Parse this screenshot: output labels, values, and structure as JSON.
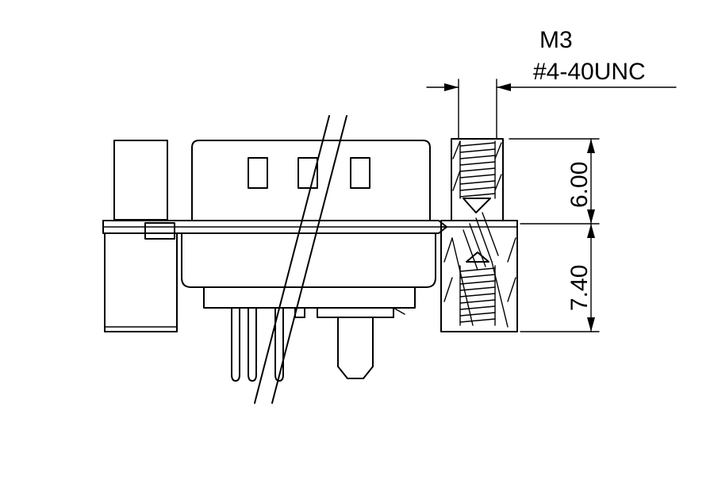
{
  "callout": {
    "line1": "M3",
    "line2": "#4-40UNC"
  },
  "dimensions": {
    "upper": "6.00",
    "lower": "7.40"
  },
  "colors": {
    "ink": "#000000",
    "background": "#ffffff"
  }
}
